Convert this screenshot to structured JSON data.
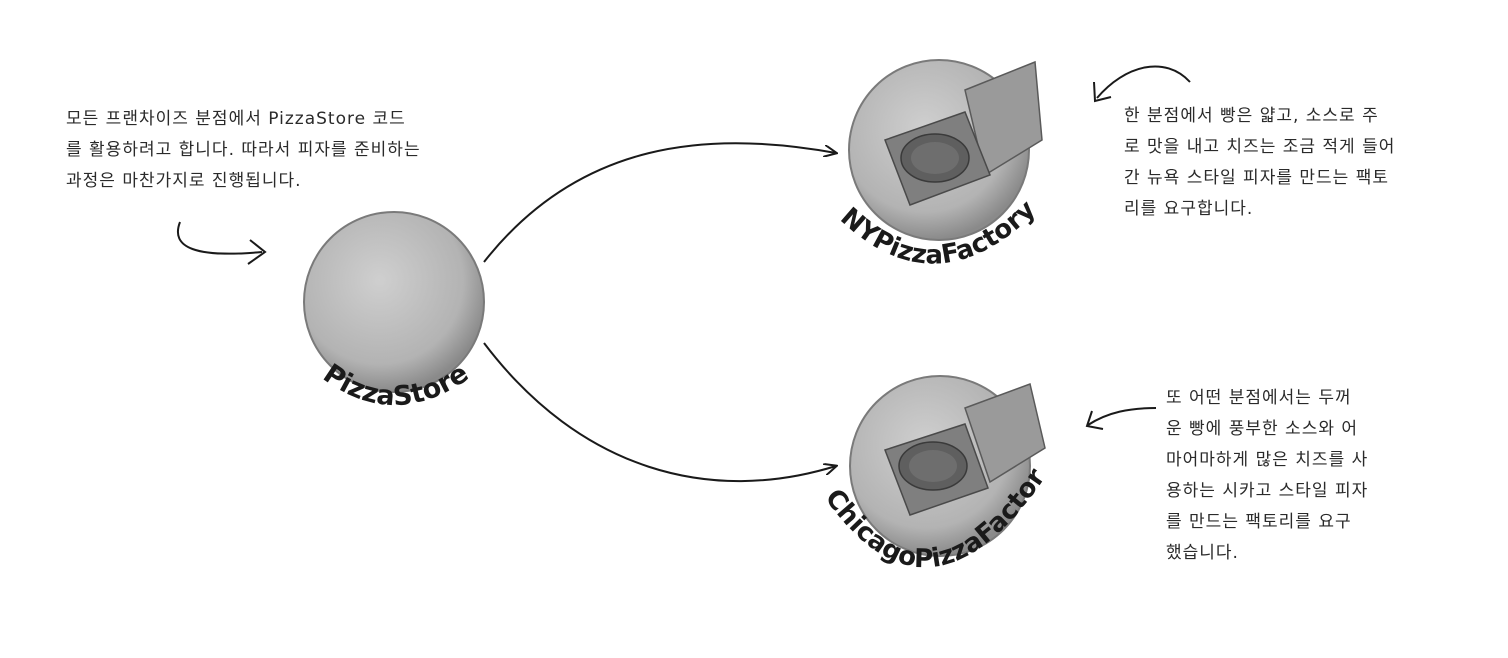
{
  "notes": {
    "store": [
      "모든 프랜차이즈 분점에서 PizzaStore 코드",
      "를 활용하려고 합니다. 따라서 피자를 준비하는",
      "과정은 마찬가지로 진행됩니다."
    ],
    "ny": [
      "한 분점에서 빵은 얇고, 소스로 주",
      "로 맛을 내고 치즈는 조금 적게 들어",
      "간 뉴욕 스타일 피자를 만드는 팩토",
      "리를 요구합니다."
    ],
    "chicago": [
      "또 어떤 분점에서는 두꺼",
      "운 빵에 풍부한 소스와 어",
      "마어마하게 많은 치즈를 사",
      "용하는 시카고 스타일 피자",
      "를 만드는 팩토리를 요구",
      "했습니다."
    ]
  },
  "nodes": {
    "store": "PizzaStore",
    "ny": "NYPizzaFactory",
    "chicago": "ChicagoPizzaFactory"
  },
  "colors": {
    "ink": "#1a1a1a",
    "circle_fill": "#b9b9b9",
    "circle_rim": "#7a7a7a",
    "box": "#8e8e8e",
    "pizza": "#5f5f5f"
  }
}
